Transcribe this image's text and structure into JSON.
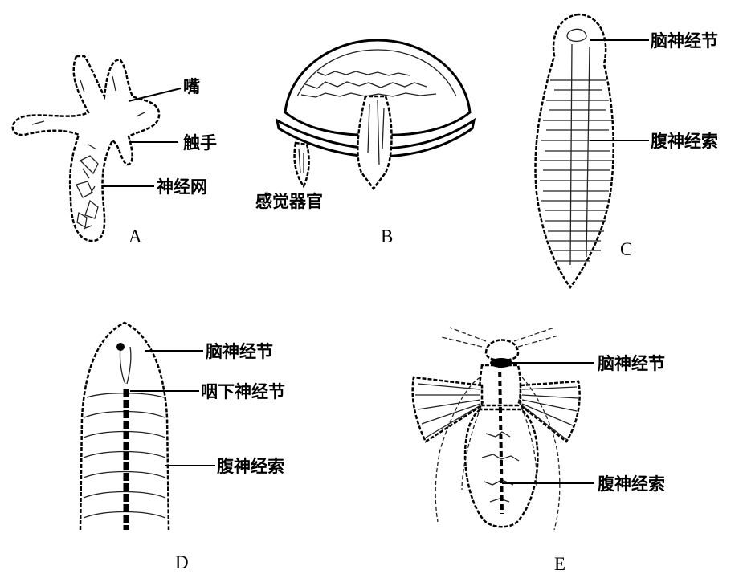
{
  "panels": {
    "A": {
      "caption": "A",
      "labels": {
        "mouth": "嘴",
        "tentacle": "触手",
        "nerve_net": "神经网"
      }
    },
    "B": {
      "caption": "B",
      "labels": {
        "sense_organ": "感觉器官"
      }
    },
    "C": {
      "caption": "C",
      "labels": {
        "brain_ganglion": "脑神经节",
        "ventral_cord": "腹神经索"
      }
    },
    "D": {
      "caption": "D",
      "labels": {
        "brain_ganglion": "脑神经节",
        "subpharyngeal_ganglion": "咽下神经节",
        "ventral_cord": "腹神经索"
      }
    },
    "E": {
      "caption": "E",
      "labels": {
        "brain_ganglion": "脑神经节",
        "ventral_cord": "腹神经索"
      }
    }
  }
}
